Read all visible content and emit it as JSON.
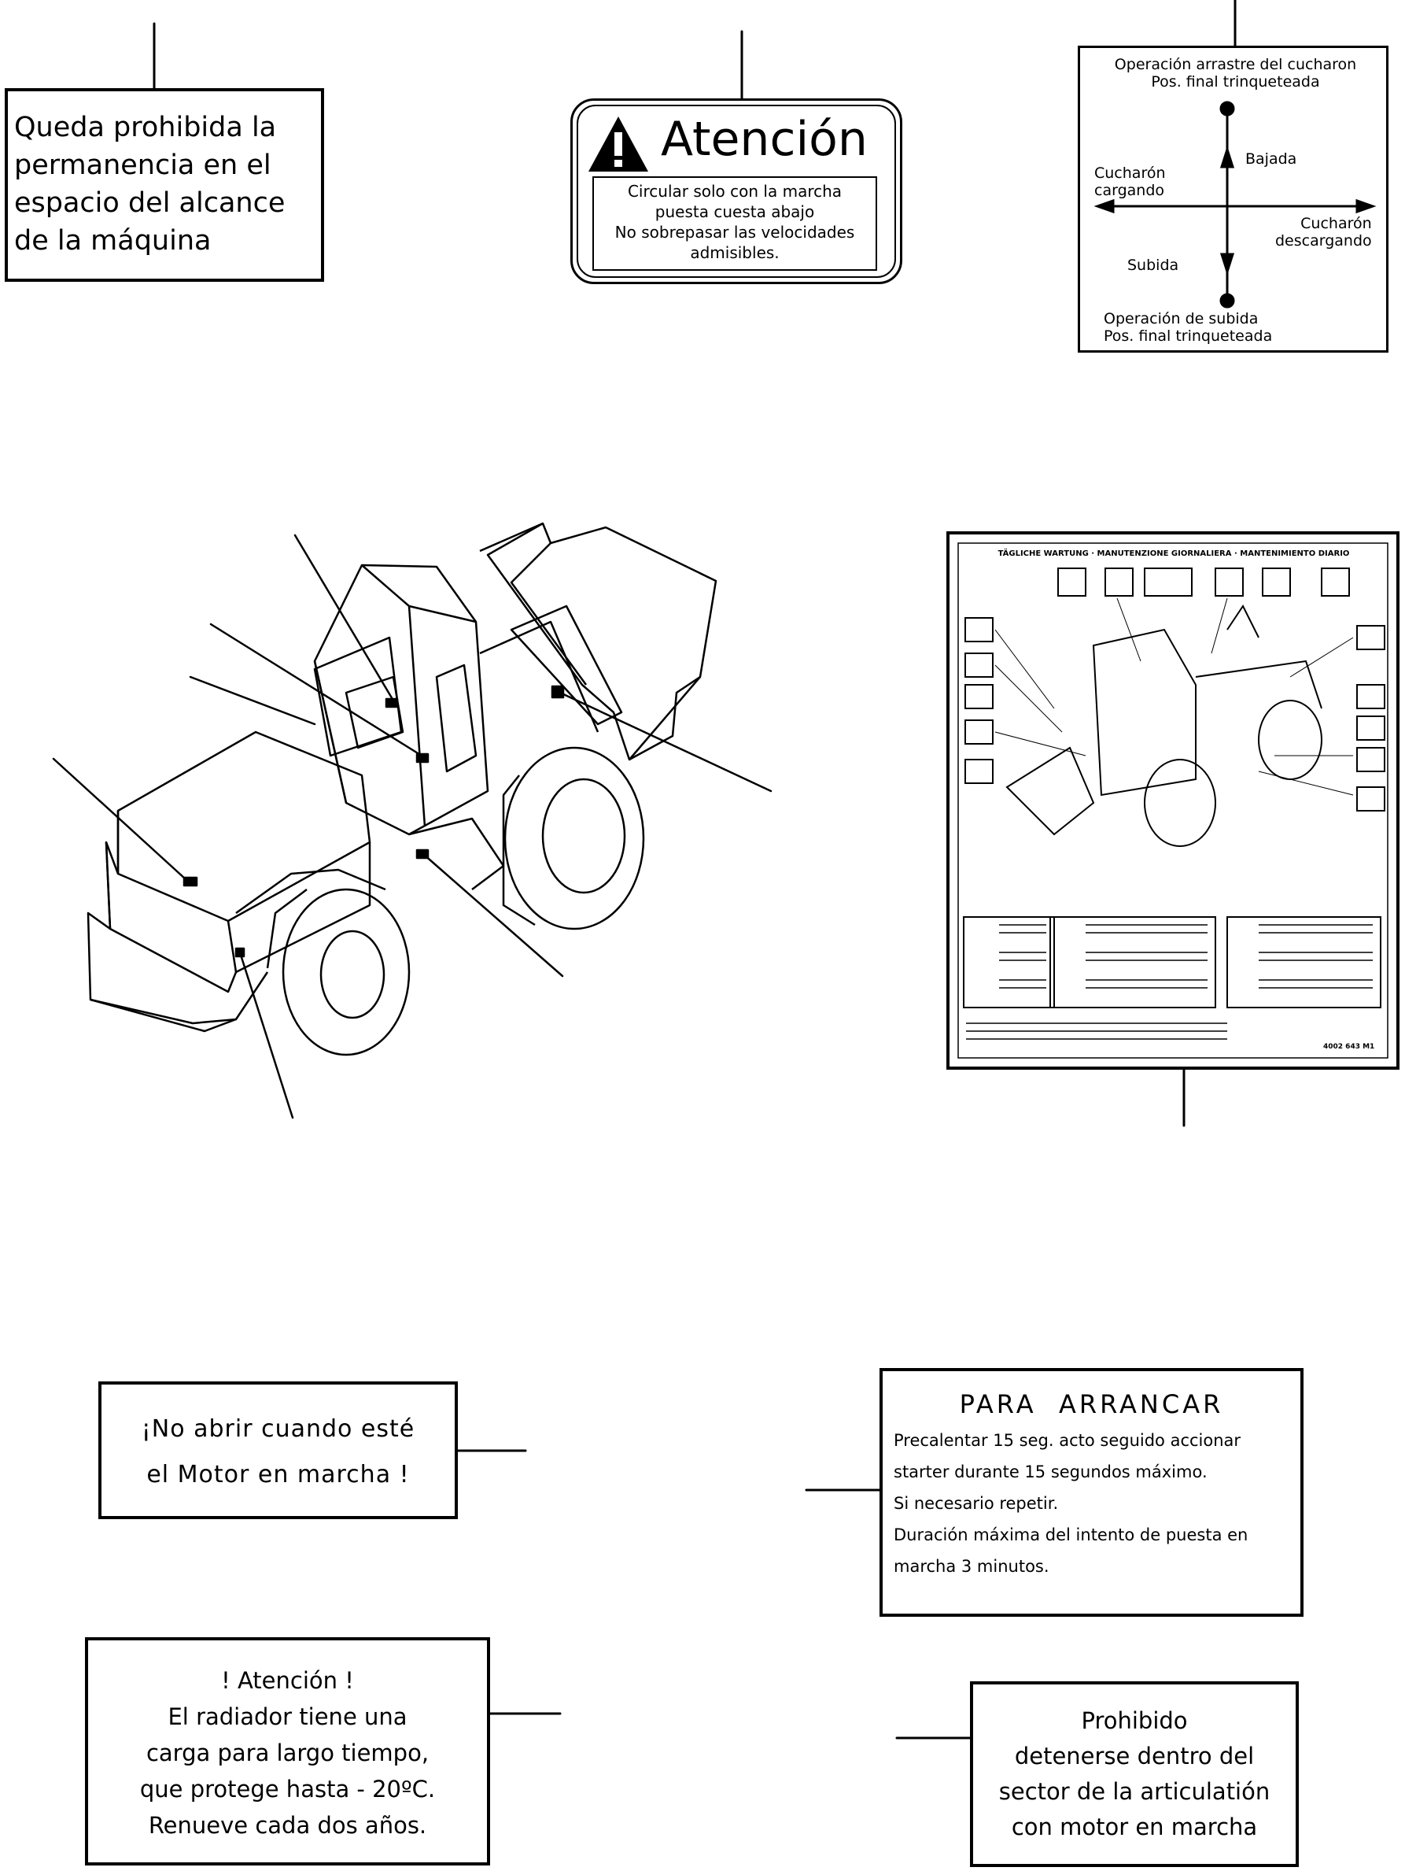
{
  "labels": {
    "prohibited_zone": [
      "Queda prohibida la",
      "permanencia en el",
      "espacio del alcance",
      "de la máquina"
    ],
    "attention_speed": {
      "title": "Atención",
      "lines": [
        "Circular solo con la marcha",
        "puesta cuesta abajo",
        "No sobrepasar las velocidades",
        "admisibles."
      ]
    },
    "bucket_control": {
      "top": [
        "Operación arrastre del cucharon",
        "Pos. final trinqueteada"
      ],
      "bajada": "Bajada",
      "cucharon_cargando": [
        "Cucharón",
        "cargando"
      ],
      "cucharon_descargando": [
        "Cucharón",
        "descargando"
      ],
      "subida": "Subida",
      "bottom": [
        "Operación de subida",
        "Pos. final trinqueteada"
      ]
    },
    "maintenance_chart": {
      "title": "TÄGLICHE WARTUNG · MANUTENZIONE GIORNALIERA · MANTENIMIENTO DIARIO",
      "part_number": "4002 643 M1"
    },
    "no_open": [
      "¡No abrir cuando esté",
      "el Motor en marcha !"
    ],
    "para_arrancar": {
      "title": "PARA  ARRANCAR",
      "lines": [
        "Precalentar 15 seg. acto seguido accionar",
        "starter durante 15 segundos máximo.",
        "Si necesario repetir.",
        "Duración máxima del intento de puesta en",
        "marcha 3 minutos."
      ]
    },
    "radiator": [
      "! Atención !",
      "El radiador tiene una",
      "carga para largo tiempo,",
      "que protege hasta - 20ºC.",
      "Renueve cada dos años."
    ],
    "articulation": [
      "Prohibido",
      "detenerse dentro del",
      "sector de la articulatión",
      "con motor en marcha"
    ]
  }
}
